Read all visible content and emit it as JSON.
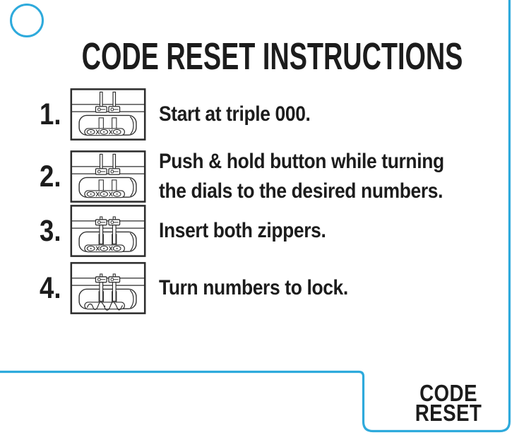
{
  "page": {
    "background": "#ffffff",
    "accent_blue": "#2EAADC",
    "ink": "#1c1c1c"
  },
  "header": {
    "title": "CODE RESET INSTRUCTIONS"
  },
  "steps": [
    {
      "number": "1.",
      "diagram": "lock-zippers-out",
      "lines": [
        "Start at triple 000."
      ]
    },
    {
      "number": "2.",
      "diagram": "lock-zippers-out",
      "lines": [
        "Push & hold button while turning",
        "the dials to the desired numbers."
      ]
    },
    {
      "number": "3.",
      "diagram": "lock-zippers-inserted",
      "lines": [
        "Insert both zippers."
      ]
    },
    {
      "number": "4.",
      "diagram": "lock-zippers-inserted-turning",
      "lines": [
        "Turn numbers to lock."
      ]
    }
  ],
  "footer": {
    "label_line1": "CODE",
    "label_line2": "RESET"
  }
}
